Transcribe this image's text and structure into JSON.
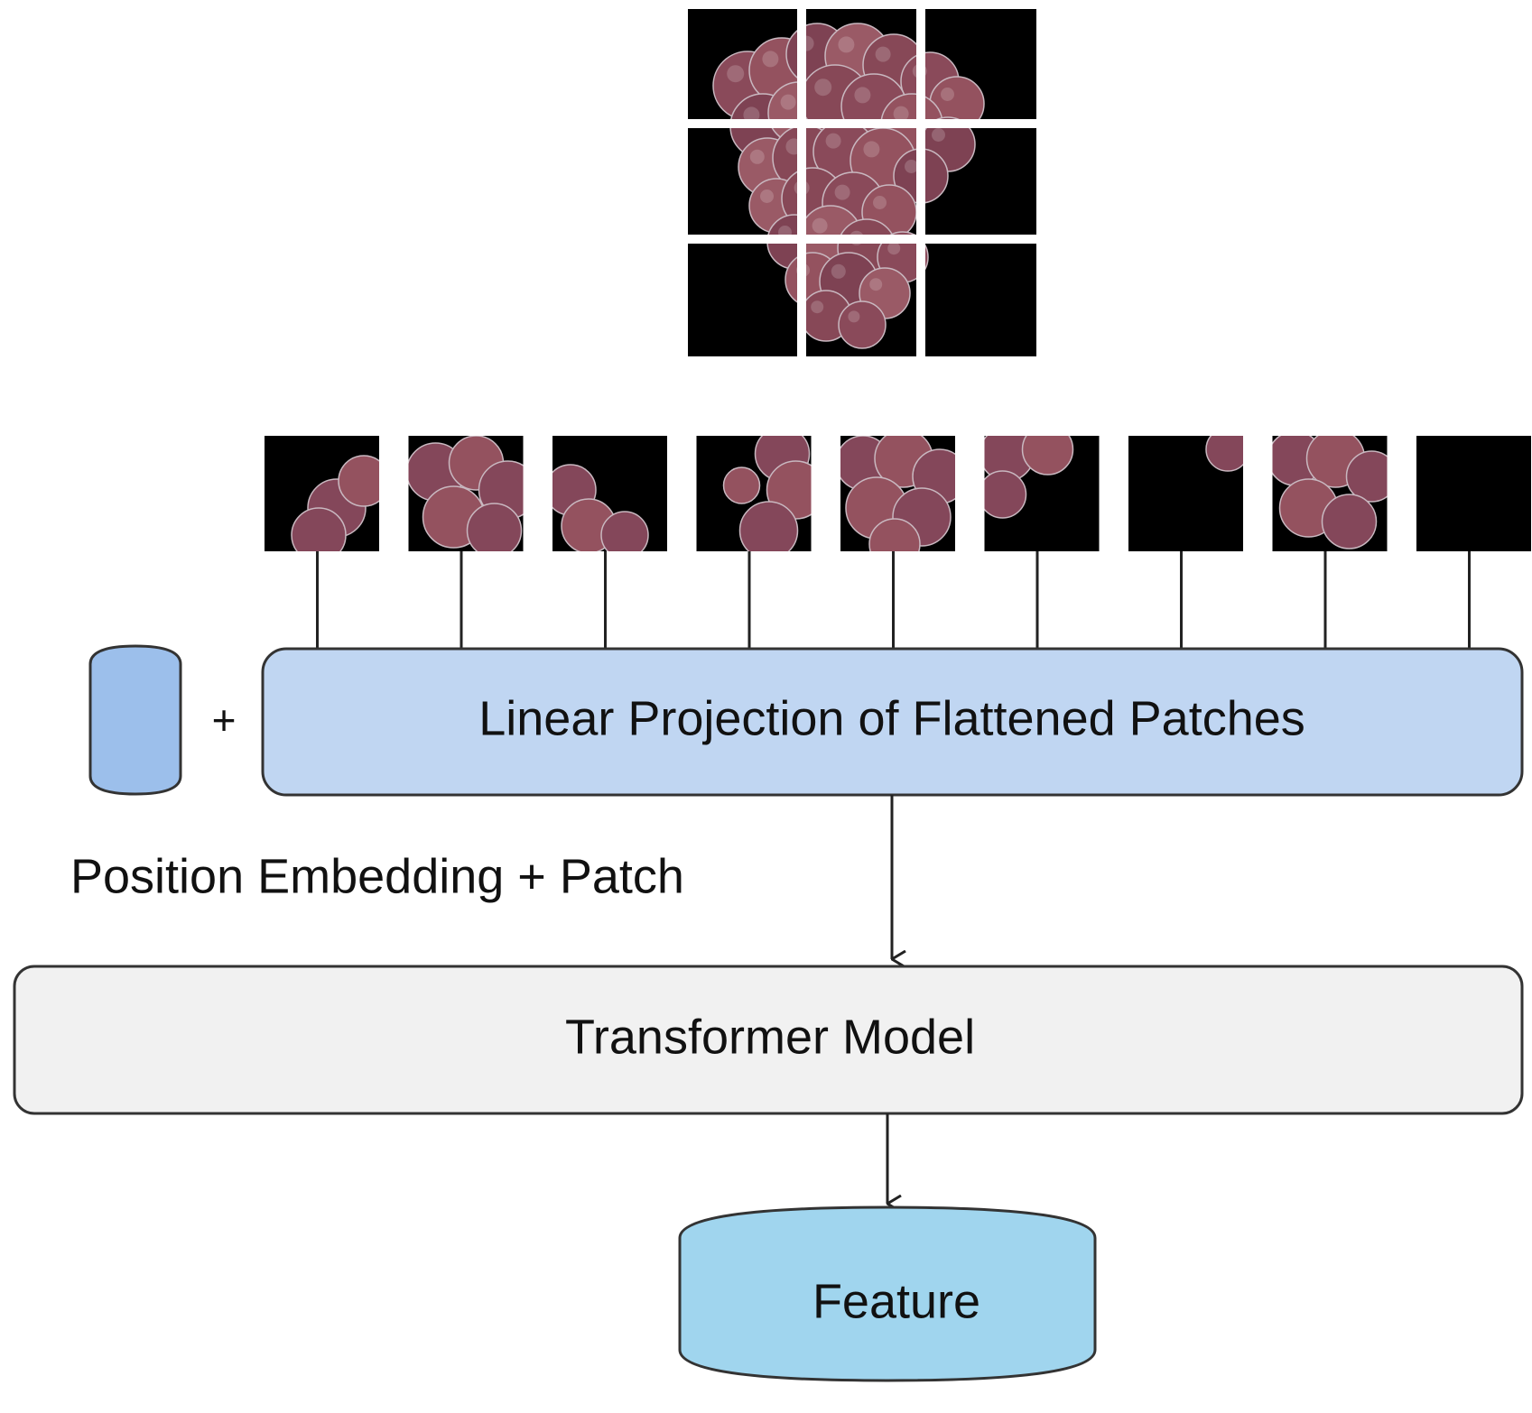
{
  "colors": {
    "patch_background": "#000000",
    "grape": "#8a4a5a",
    "projection_fill": "#c0d6f2",
    "embedding_fill": "#9cbfeb",
    "transformer_fill": "#f1f1f1",
    "feature_fill": "#a0d5ee",
    "stroke": "#333333"
  },
  "input_image": {
    "description_icon": "grape-cluster-image",
    "grid_rows": 3,
    "grid_cols": 3
  },
  "patch_count": 9,
  "plus_sign": "+",
  "nodes": {
    "projection": "Linear Projection of Flattened Patches",
    "embedding_label": "Position Embedding + Patch",
    "transformer": "Transformer Model",
    "feature": "Feature"
  }
}
